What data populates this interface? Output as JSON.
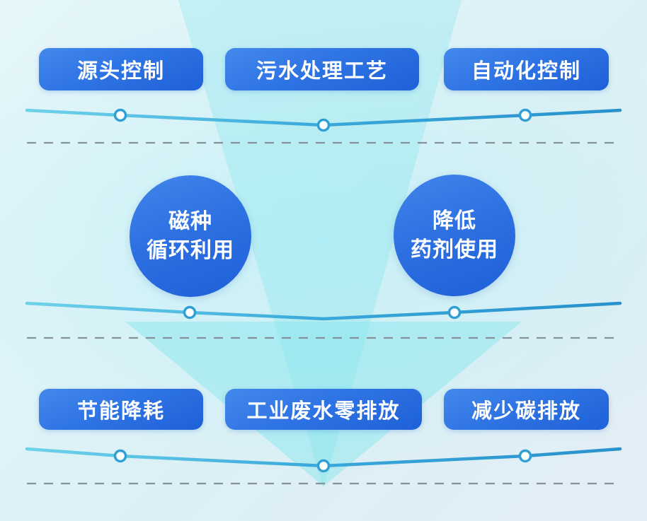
{
  "diagram": {
    "stages": {
      "top": [
        {
          "label": "源头控制"
        },
        {
          "label": "污水处理工艺"
        },
        {
          "label": "自动化控制"
        }
      ],
      "middle": [
        {
          "line1": "磁种",
          "line2": "循环利用"
        },
        {
          "line1": "降低",
          "line2": "药剂使用"
        }
      ],
      "bottom": [
        {
          "label": "节能降耗"
        },
        {
          "label": "工业废水零排放"
        },
        {
          "label": "减少碳排放"
        }
      ]
    },
    "icons": {
      "timeline_node": "timeline-node-icon",
      "down_arrow": "down-arrow-shape"
    },
    "colors": {
      "pill_gradient_start": "#4389ec",
      "pill_gradient_end": "#1e61d8",
      "circle_gradient_start": "#4285ea",
      "circle_gradient_end": "#1e5fd8",
      "timeline_start": "#6fd2ea",
      "timeline_end": "#2892cc",
      "node_ring": "#2f9fd4",
      "node_fill": "#ffffff",
      "arrow_cyan": "#7ce4ec",
      "dash_gray": "#85929c",
      "text_white": "#ffffff",
      "background_light": "#e4f6fa",
      "background_dark": "#e3edf5"
    }
  }
}
